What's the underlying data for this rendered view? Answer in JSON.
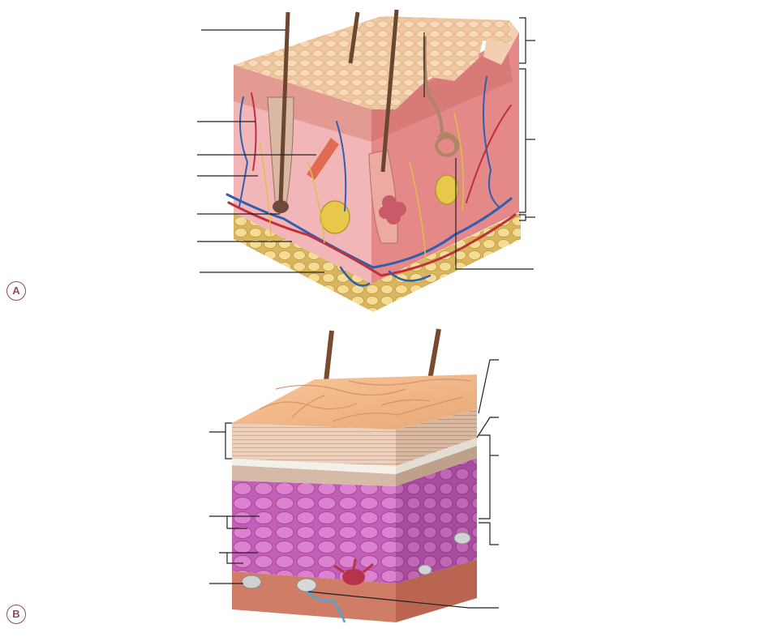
{
  "figure": {
    "panels": [
      {
        "id": "A",
        "badge": "A",
        "subject": "hairy-skin-block"
      },
      {
        "id": "B",
        "subject": "epidermis-layers-block",
        "badge": "B"
      }
    ],
    "colors": {
      "skin_surface": "#f2c9a4",
      "dermis": "#e7a0a0",
      "hypodermis_fat": "#f3d98e",
      "artery": "#c0303a",
      "vein": "#2f5fb0",
      "nerve": "#d9c04a",
      "stratum_corneum": "#e9c7b3",
      "stratum_spinosum": "#cf6fc2",
      "dermis_base": "#cf7d66",
      "leader_line": "#222222",
      "badge": "#8a4a60"
    },
    "leader_lines_count": {
      "A": 11,
      "B": 9
    }
  }
}
